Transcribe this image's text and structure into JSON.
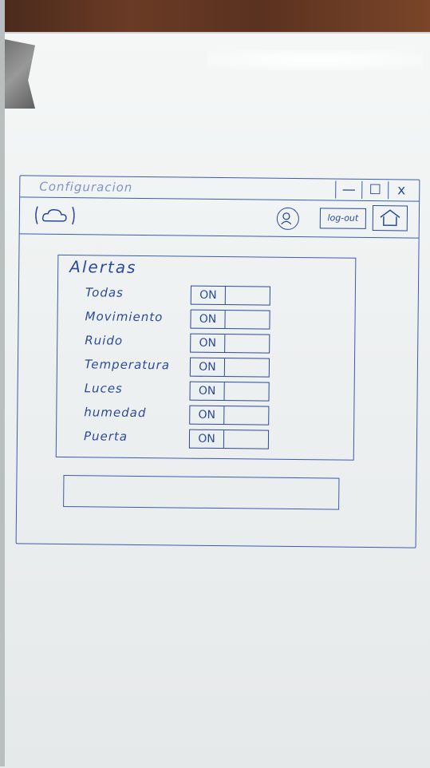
{
  "window": {
    "title": "Configuracion",
    "buttons": [
      "—",
      "☐",
      "x"
    ]
  },
  "toolbar": {
    "cloud_icon": "cloud-icon",
    "user_icon": "user-icon",
    "logout_label": "log-out",
    "home_icon": "home-icon"
  },
  "alerts": {
    "title": "Alertas",
    "items": [
      {
        "label": "Todas",
        "state": "ON"
      },
      {
        "label": "Movimiento",
        "state": "ON"
      },
      {
        "label": "Ruido",
        "state": "ON"
      },
      {
        "label": "Temperatura",
        "state": "ON"
      },
      {
        "label": "Luces",
        "state": "ON"
      },
      {
        "label": "humedad",
        "state": "ON"
      },
      {
        "label": "Puerta",
        "state": "ON"
      }
    ]
  },
  "colors": {
    "marker": "#2b4a9a",
    "board": "#eef1f1"
  }
}
